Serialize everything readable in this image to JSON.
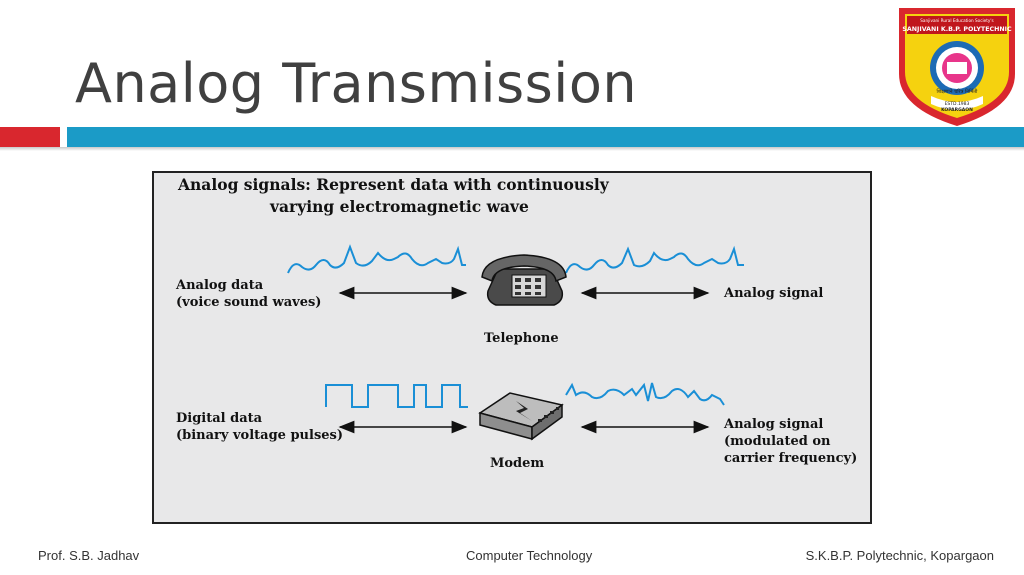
{
  "slide": {
    "title": "Analog Transmission"
  },
  "logo": {
    "top_text": "Sanjivani Rural Education Society's",
    "name": "SANJIVANI K.B.P. POLYTECHNIC",
    "motto": "शिक्षणाने चरित्र निर्मिती",
    "estd": "ESTD.1983",
    "place": "KOPARGAON"
  },
  "figure": {
    "heading_line1": "Analog signals: Represent data with continuously",
    "heading_line2": "varying electromagnetic wave",
    "analog_data_line1": "Analog data",
    "analog_data_line2": "(voice sound waves)",
    "telephone_label": "Telephone",
    "analog_signal_label": "Analog signal",
    "digital_data_line1": "Digital data",
    "digital_data_line2": "(binary voltage pulses)",
    "modem_label": "Modem",
    "modulated_line1": "Analog signal",
    "modulated_line2": "(modulated on",
    "modulated_line3": "carrier frequency)",
    "colors": {
      "wave": "#1a8fd6",
      "text": "#111111"
    }
  },
  "footer": {
    "author": "Prof. S.B. Jadhav",
    "course": "Computer Technology",
    "institute": "S.K.B.P. Polytechnic, Kopargaon"
  }
}
